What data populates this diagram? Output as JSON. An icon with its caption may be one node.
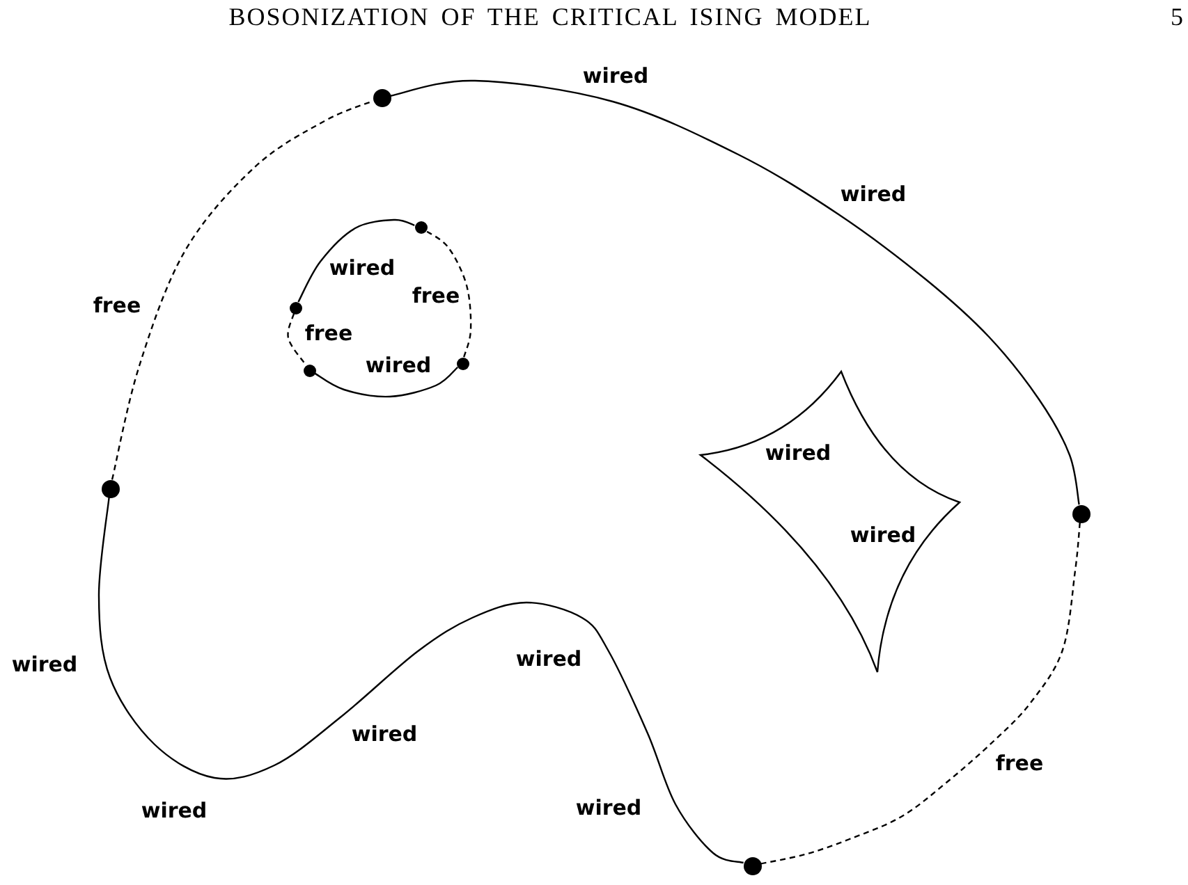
{
  "diagram": {
    "nodes": [
      {
        "text": [],
        "shape": "circle"
      },
      {
        "text": [],
        "shape": "circle"
      },
      {
        "text": [],
        "shape": "circle"
      },
      {
        "text": [],
        "shape": "circle"
      },
      {
        "text": [],
        "shape": "circle"
      },
      {
        "text": [],
        "shape": "circle"
      },
      {
        "text": [],
        "shape": "circle"
      },
      {
        "text": [
          "wired",
          "wired"
        ]
      },
      {
        "text": [],
        "shape": "circle"
      }
    ],
    "edges": [
      {
        "from": 0,
        "to": 6,
        "arrow": "none"
      },
      {
        "from": 6,
        "to": 8,
        "arrow": "none",
        "style": "dashed"
      },
      {
        "from": 8,
        "to": 5,
        "arrow": "none"
      },
      {
        "from": 5,
        "to": 0,
        "arrow": "none",
        "style": "dashed"
      },
      {
        "from": 1,
        "to": 2,
        "arrow": "none"
      },
      {
        "from": 2,
        "to": 4,
        "arrow": "none",
        "style": "dashed"
      },
      {
        "from": 4,
        "to": 3,
        "arrow": "none"
      },
      {
        "from": 3,
        "to": 1,
        "arrow": "none",
        "style": "dashed"
      }
    ],
    "labels": [
      "BOSONIZATION OF THE CRITICAL ISING MODEL",
      "5",
      "wired",
      "wired",
      "wired",
      "free",
      "free",
      "free",
      "wired",
      "wired",
      "wired",
      "wired",
      "free",
      "wired",
      "wired"
    ]
  }
}
